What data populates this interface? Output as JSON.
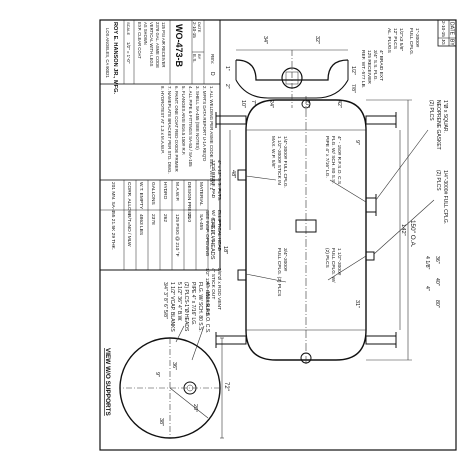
{
  "drawing": {
    "view_label": "VIEW W/O SUPPORTS",
    "end_view_dims": {
      "width": "72\"",
      "half": "36\"",
      "angle": "20°",
      "slot": "38\"",
      "sub": "9\""
    },
    "end_view_notes": [
      "4\" - 150# R.F.S.O. C.S.",
      "FLG. W/ SCH. 80 S.S.",
      "PIPE 4\" x 7/16\" LG.",
      "(2) PLCS-1\"Ø HEADS",
      "5 1/2\" 36\" 4\" B.W.",
      "1 1/2\" VCAP. BLANKS",
      "3/4\" 3\" 8\" 6\" 5/8\""
    ],
    "top_notes": [
      "1\"Ø x SQUAR.",
      "NEOPRENE GASKET",
      "(2) PLCS",
      "1/4\"-3000# FULL CPLG.",
      "(2) PLCS"
    ],
    "top_dims": [
      "36\"",
      "40\"",
      "80\"",
      "4 1/8\"",
      "4\""
    ],
    "side_dims": {
      "overall": "150\" O.A.",
      "straight": "142\"",
      "mid": "48\"",
      "lower": "18\"",
      "s1": "9\"",
      "s2": "31\""
    },
    "side_notes": [
      "4\" - 150# R.F.S.O. C.S.",
      "FLG. W/ SCH. 80 S.S.",
      "PIPE 4\" x 7/16\" LG.",
      "1 1/2\"-3000#",
      "FULL CPLG. W/",
      "(2) PLCS",
      "3/4\"-3000#",
      "FULL CPLG. (2) PLCS",
      "1/4\"-3000# FULL CPLG.",
      "1 1/2\"-3000# STICK IN",
      "MAX. W.P. 5/8\""
    ],
    "support_notes": [
      "3/8\"Ø x ROD VENT",
      "4\" STICK OUT",
      "1/2\" 125# PRESSURE",
      "ELLIPTICAL HEAD",
      "W/ 4\" ID. 3\" LG.",
      "SEE INSP. OPENING",
      "4\" x 12\" S.S. PLTS.",
      "13\"Ø REINF. PAD"
    ],
    "lower_notes": [
      "1\"-3000#",
      "FULL CPLG.",
      "1/2\"x3 5/8\"",
      "12\" PLCS",
      "AL. PLUGS",
      "4\" BRAID EXT",
      "3/4\" S.S. FLG.",
      "125 RECEIVER",
      "REF. WT.-577 LB."
    ],
    "lower_dims": [
      "32\"",
      "34\"",
      "42\"",
      "27\"",
      "24\"",
      "7\"",
      "10\""
    ],
    "misc_labels": [
      "1/2\"",
      "1\"",
      "7/8\"",
      "2\""
    ]
  },
  "title_block": {
    "shell_heads": "SHELL / HEADS",
    "rows": [
      {
        "label": "MATERIAL",
        "value": "SA-455"
      },
      {
        "label": "DESIGN PRESS.",
        "value": "210"
      },
      {
        "label": "M.A.W.P.",
        "value": "125 PSIG @ 210 °F"
      },
      {
        "label": "HYDRO",
        "value": "262"
      },
      {
        "label": "GALLONS",
        "value": "2378"
      },
      {
        "label": "W.T. EMPTY",
        "value": "4863 LBS"
      },
      {
        "label": "CORR. ALLOW.",
        "value": "R/T=NO / MLW"
      }
    ],
    "stamp_line": "201 MN. SA-455 21.5K 29 THK.",
    "notes": [
      "1. ALL WELDING PER ASME CODE SEC. VIII DIV. 1",
      "2. MFR'S DATA REPORT U-1A REQ'D",
      "3. SHELL SA-455 (SEE NOTES)",
      "4. ALL PIPE & FITTINGS SA-53 / SA-105",
      "5. FLANGES ANSI B16.5 150# R.F.",
      "6. PAINT: ONE COAT RED OXIDE PRIMER",
      "7. NAMEPLATE BRACKET PER STD. DWG.",
      "8. HYDROTEST AT 1.3 x M.A.W.P."
    ],
    "product_lines": [
      "125 PSI AIR RECEIVER",
      "2378 GAL. ASME CODE",
      "VERTICAL WITH LEGS",
      "AS SHOWN",
      "EXP. CLEAR COAT"
    ],
    "drawing_number": "WO-473-B",
    "rev_label": "REV.",
    "rev_value": "D",
    "scale_label": "SCALE",
    "scale_value": "1/2\" = 1'-0\"",
    "date_label": "DATE",
    "date_value": "2-10-15",
    "by_label": "BY",
    "by_value": "E.S.",
    "company": "ROY E. HANSON JR., MFG.",
    "address": "LOS ANGELES, CA 90021"
  },
  "revision_block": {
    "header": [
      "DATE",
      "BY"
    ],
    "entries": [
      [
        "2-10-15",
        "JG"
      ]
    ]
  }
}
